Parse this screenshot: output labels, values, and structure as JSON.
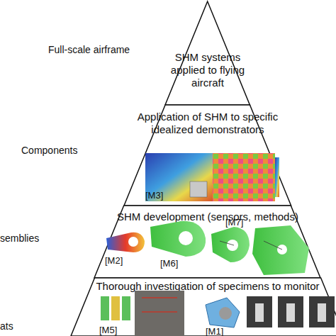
{
  "diagram": {
    "nodes": [
      {
        "text": [
          "Full-scale airframe",
          "SHM systems applied to flying aircraft"
        ]
      },
      {
        "text": [
          "Components",
          "Application of SHM to specific idealized demonstrators"
        ]
      },
      {
        "text": [
          "semblies",
          "SHM development (sensors, methods)"
        ]
      },
      {
        "text": [
          "ats",
          "Thorough investigation of specimens to monitor"
        ]
      }
    ],
    "labels": [
      "[M3]",
      "[M2]",
      "[M6]",
      "[M7]",
      "[M5]",
      "[M1]"
    ]
  }
}
